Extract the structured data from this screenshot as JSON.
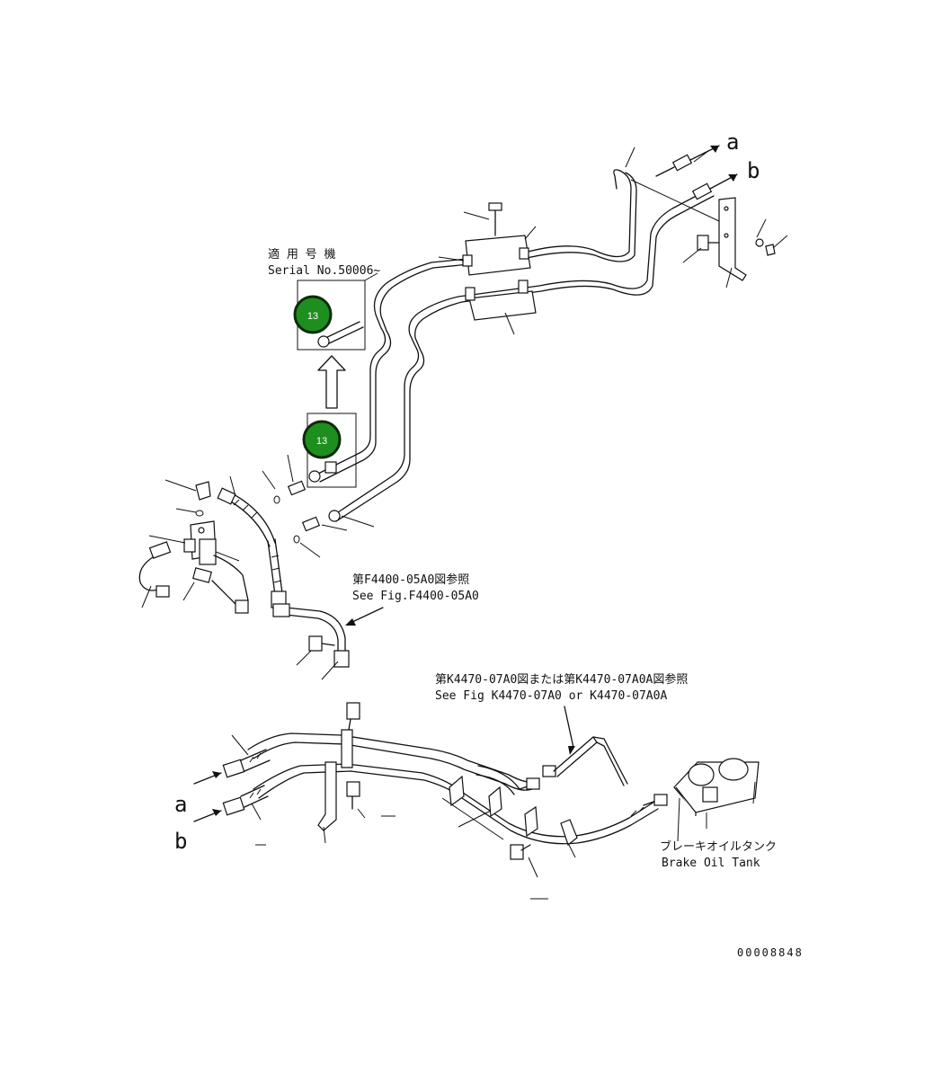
{
  "inset_note": {
    "line1": "適 用 号 機",
    "line2": "Serial No.50006~"
  },
  "callouts": [
    {
      "id": "callout-upper",
      "label": "13",
      "fill": "#1e8f1e",
      "ring": "#0c2a0c"
    },
    {
      "id": "callout-lower",
      "label": "13",
      "fill": "#1e8f1e",
      "ring": "#0c2a0c"
    }
  ],
  "ref_f4400": {
    "line1": "第F4400-05A0図参照",
    "line2": "See Fig.F4400-05A0"
  },
  "ref_k4470": {
    "line1": "第K4470-07A0図または第K4470-07A0A図参照",
    "line2": "See Fig K4470-07A0 or K4470-07A0A"
  },
  "connection_labels": {
    "a_top": "a",
    "b_top": "b",
    "a_bottom": "a",
    "b_bottom": "b"
  },
  "tank_label": {
    "jp": "ブレーキオイルタンク",
    "en": "Brake Oil Tank"
  },
  "drawing_number": "00008848"
}
